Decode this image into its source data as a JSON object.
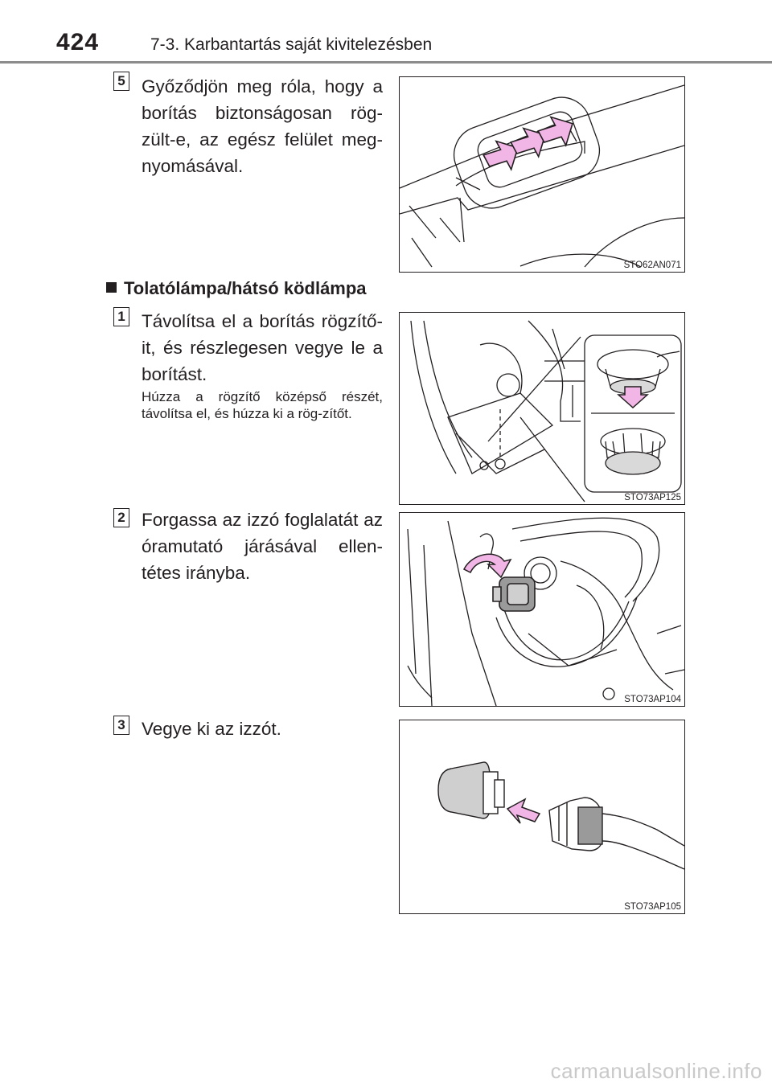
{
  "header": {
    "page_number": "424",
    "section": "7-3. Karbantartás saját kivitelezésben"
  },
  "steps": [
    {
      "number": "5",
      "text": "Győződjön meg róla, hogy a borítás biztonságosan rög-zült-e, az egész felület meg-nyomásával.",
      "figure_code": "STO62AN071"
    },
    {
      "number": "1",
      "text": "Távolítsa el a borítás rögzítő-it, és részlegesen vegye le a borítást.",
      "note": "Húzza a rögzítő középső részét, távolítsa el, és húzza ki a rög-zítőt.",
      "figure_code": "STO73AP125"
    },
    {
      "number": "2",
      "text": "Forgassa az izzó foglalatát az óramutató járásával ellen-tétes irányba.",
      "figure_code": "STO73AP104"
    },
    {
      "number": "3",
      "text": "Vegye ki az izzót.",
      "figure_code": "STO73AP105"
    }
  ],
  "subheading": "Tolatólámpa/hátsó ködlámpa",
  "footer": {
    "watermark": "carmanualsonline.info"
  },
  "colors": {
    "arrow_fill": "#f2b6e6",
    "text": "#231f20",
    "rule": "#8c8c8c"
  }
}
